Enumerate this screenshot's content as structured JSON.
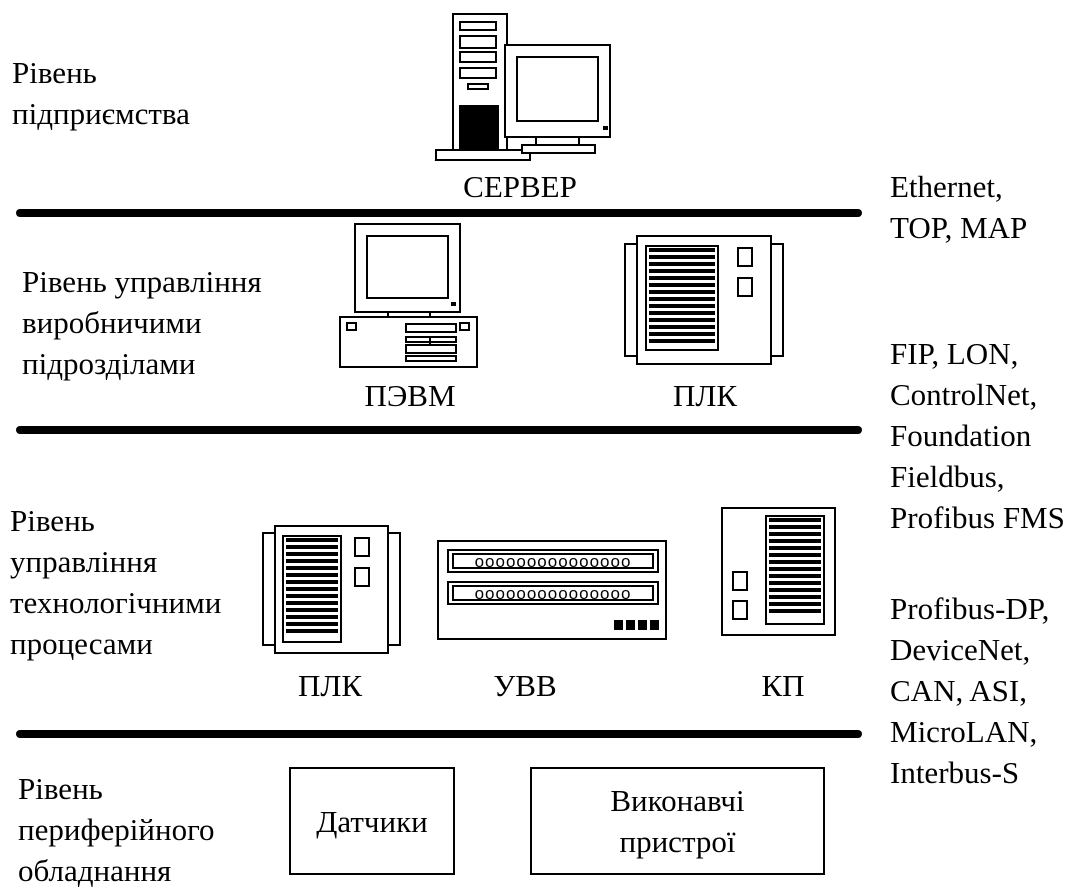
{
  "levels": {
    "enterprise": [
      "Рівень",
      "підприємства"
    ],
    "production": [
      "Рівень управління",
      "виробничими",
      "підрозділами"
    ],
    "process": [
      "Рівень",
      "управління",
      "технологічними",
      "процесами"
    ],
    "peripheral": [
      "Рівень",
      "периферійного",
      "обладнання"
    ]
  },
  "networks": {
    "top": [
      "Ethernet,",
      "TOP, MAP"
    ],
    "middle": [
      "FIP, LON,",
      "ControlNet,",
      "Foundation",
      "Fieldbus,",
      "Profibus FMS"
    ],
    "bottom": [
      "Profibus-DP,",
      "DeviceNet,",
      "CAN, ASI,",
      "MicroLAN,",
      "Interbus-S"
    ]
  },
  "devices": {
    "server": "СЕРВЕР",
    "pc": "ПЭВМ",
    "plc_upper": "ПЛК",
    "plc_lower": "ПЛК",
    "io": "УВВ",
    "kp": "КП",
    "io_row": "ooooooooooooooo"
  },
  "boxes": {
    "sensors": [
      "Датчики"
    ],
    "actuators": [
      "Виконавчі",
      "пристрої"
    ]
  }
}
